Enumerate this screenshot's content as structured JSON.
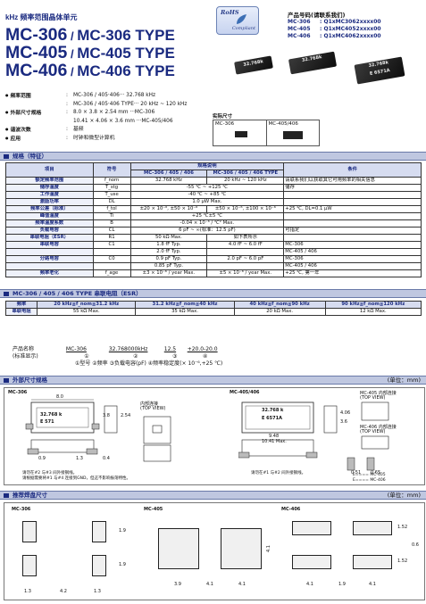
{
  "header": {
    "subtitle": "kHz 频率范围晶体单元",
    "titles": [
      {
        "a": "MC-306",
        "b": "MC-306 TYPE"
      },
      {
        "a": "MC-405",
        "b": "MC-405 TYPE"
      },
      {
        "a": "MC-406",
        "b": "MC-406 TYPE"
      }
    ],
    "slash": " / "
  },
  "rohs": {
    "top": "RoHS",
    "bottom": "Compliant"
  },
  "part_numbers": {
    "heading": "产品号码(请联系我们)",
    "rows": [
      {
        "model": "MC-306",
        "code": ": Q1xMC3062xxxx00"
      },
      {
        "model": "MC-405",
        "code": ": Q1xMC4052xxxx00"
      },
      {
        "model": "MC-406",
        "code": ": Q1xMC4062xxxx00"
      }
    ]
  },
  "chip_labels": {
    "c1": "32.768k",
    "c2": "32.768k",
    "c3": "32.768k",
    "c3b": "E 6571A"
  },
  "features": [
    {
      "k": "频率范围",
      "c": ":",
      "v": "MC-306 / 405·406··· 32.768 kHz"
    },
    {
      "k": "",
      "c": ":",
      "v": "MC-306 / 405·406 TYPE··· 20 kHz ~ 120 kHz"
    },
    {
      "k": "外部尺寸规格",
      "c": ":",
      "v": "8.0 × 3.8 × 2.54 mm ···MC-306"
    },
    {
      "k": "",
      "c": "",
      "v": "10.41 × 4.06 × 3.6 mm ···MC-405/406"
    },
    {
      "k": "谐波次数",
      "c": ":",
      "v": "基频"
    },
    {
      "k": "应用",
      "c": ":",
      "v": "时钟和微型计算机"
    }
  ],
  "actual_size": {
    "label": "实际尺寸",
    "left": "MC-306",
    "right": "MC-405/406"
  },
  "sections": {
    "spec": "规格（特征）",
    "esr": "MC-306 / 405 / 406 TYPE 串联电阻（ESR）",
    "outline": "外部尺寸规格",
    "pad": "推荐焊盘尺寸",
    "unit": "(单位：mm)"
  },
  "spec_table": {
    "h_item": "项目",
    "h_symbol": "符号",
    "h_spec": "规格说明",
    "h_cond": "条件",
    "h_sub1": "MC-306 / 405 / 406",
    "h_sub2": "MC-306 / 405 / 406 TYPE",
    "rows": [
      [
        "额定频率范围",
        "f_nom",
        "32.768 kHz",
        "20 kHz ~ 120 kHz",
        "请联系我们以获取其它可用频率的相关信息"
      ],
      [
        "储存温度",
        "T_stg",
        "-55 ℃ ~ +125 ℃",
        "",
        "储存"
      ],
      [
        "工作温度",
        "T_use",
        "-40 ℃ ~ +85 ℃",
        "",
        ""
      ],
      [
        "激励功率",
        "DL",
        "1.0 μW Max.",
        "",
        ""
      ],
      [
        "频率公差（标准）",
        "f_tol",
        "±20 × 10⁻⁶, ±50 × 10⁻⁶",
        "±50 × 10⁻⁶, ±100 × 10⁻⁶",
        "+25 ℃, DL=0.1 μW"
      ],
      [
        "峰值温度",
        "Ti",
        "+25 ℃±5 ℃",
        "",
        ""
      ],
      [
        "频率温度系数",
        "B",
        "-0.04 × 10⁻⁶ / ℃² Max.",
        "",
        ""
      ],
      [
        "负载电容",
        "CL",
        "6 pF ~ ∞(标准：12.5 pF)",
        "",
        "可指定"
      ],
      [
        "串联电阻（ESR）",
        "R1",
        "50 kΩ Max.",
        "如下表所示",
        ""
      ],
      [
        "串联电容",
        "C1",
        "1.8 fF Typ.",
        "4.0 fF ~ 6.0 fF",
        "MC-306"
      ],
      [
        "",
        "",
        "2.0 fF Typ.",
        "",
        "MC-405 / 406"
      ],
      [
        "分路电容",
        "C0",
        "0.9 pF Typ.",
        "2.0 pF ~ 6.0 pF",
        "MC-306"
      ],
      [
        "",
        "",
        "0.85 pF Typ.",
        "",
        "MC-405 / 406"
      ],
      [
        "频率老化",
        "f_age",
        "±3 × 10⁻⁶ / year Max.",
        "±5 × 10⁻⁶ / year Max.",
        "+25 ℃, 第一年"
      ]
    ]
  },
  "esr_table": {
    "head": [
      "频率",
      "20 kHz≦f_nom≦31.2 kHz",
      "31.2 kHz≦f_nom≦40 kHz",
      "40 kHz≦f_nom≦90 kHz",
      "90 kHz≦f_nom≦120 kHz"
    ],
    "row": [
      "串联电阻",
      "55 kΩ Max.",
      "35 kΩ Max.",
      "20 kΩ Max.",
      "12 kΩ Max."
    ]
  },
  "part_example": {
    "l1": "产品名称",
    "l2": "(标准显示)",
    "f": [
      "MC-306",
      "32.768000kHz",
      "12.5",
      "+20.0-20.0"
    ],
    "n": [
      "①",
      "②",
      "③",
      "④"
    ],
    "desc": "①型号   ②频率   ③负载电容(pF)   ④频率稳定度(× 10⁻⁶,+25 ℃)"
  },
  "outline": {
    "m1": "MC-306",
    "m2": "MC-405/406",
    "marking1": "32.768 k",
    "marking1b": "E   571",
    "marking2": "32.768 k",
    "marking2b": "E   6571A",
    "inner": "内部连接",
    "top_view": "(TOP VIEW)",
    "note1": "请勿在#2 与#3 间外接钢线。",
    "note2": "请根据需要将#1 与#4 连接到GND，但这不影响振荡特性。",
    "note3": "请勿在#1 与#2 间外接钢线。",
    "d306": [
      "8.0",
      "3.8",
      "2.54",
      "0.9",
      "1.3",
      "0.4"
    ],
    "d405": [
      "9.48",
      "10.41 Max.",
      "4.06",
      "3.6",
      "0.51",
      "0.65"
    ],
    "mc405pin": "MC-405 内部连接",
    "mc406pin": "MC-406 内部连接",
    "legend": [
      "E==== MC-405",
      "E==== MC-406"
    ]
  },
  "pads": {
    "m1": "MC-306",
    "m2": "MC-405",
    "m3": "MC-406",
    "d306": [
      "1.9",
      "1.9",
      "1.3",
      "4.2",
      "1.3"
    ],
    "d405": [
      "4.1",
      "3.9",
      "4.1",
      "4.1"
    ],
    "d406": [
      "4.1",
      "1.9",
      "4.1",
      "1.52",
      "1.52",
      "0.6"
    ]
  }
}
